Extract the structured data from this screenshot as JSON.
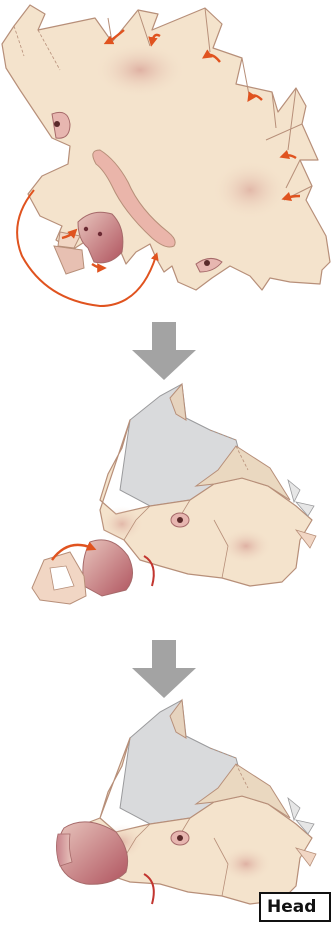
{
  "diagram": {
    "part_label": "Head",
    "steps": [
      "flat-template",
      "folded-head-snout-open",
      "finished-head"
    ]
  },
  "colors": {
    "paper": "#f4e3cc",
    "blush": "#d49a8e",
    "inner_gray": "#d9dadc",
    "outline": "#b78f79",
    "arrow_red": "#e0531f",
    "step_arrow": "#a3a3a3",
    "nose_pink": "#c7818a"
  },
  "icons": [
    "fold-arrow-icon",
    "step-down-arrow-icon",
    "eye-icon",
    "mouth-icon"
  ]
}
